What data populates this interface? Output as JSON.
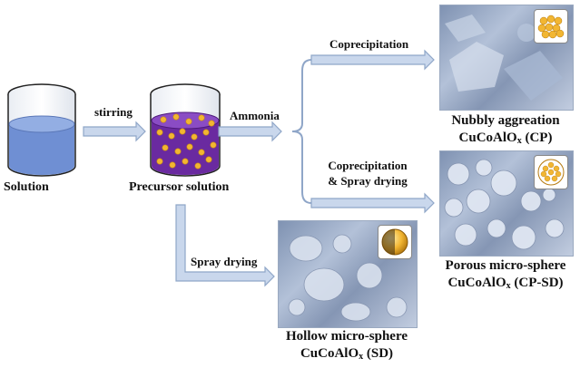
{
  "colors": {
    "arrow_fill": "#c9d7ec",
    "arrow_stroke": "#8fa6c8",
    "liquid_blue": "#6f8fd3",
    "precursor_purple": "#6a2aa0",
    "particle_gold": "#f2b632",
    "sem_blue": "#8fa0be"
  },
  "beakers": {
    "solution_label": "Solution",
    "precursor_label": "Precursor solution"
  },
  "arrows": {
    "stirring": "stirring",
    "ammonia": "Ammonia",
    "coprecipitation": "Coprecipitation",
    "coprecip_spray_line1": "Coprecipitation",
    "coprecip_spray_line2": "& Spray drying",
    "spray_drying": "Spray drying"
  },
  "products": {
    "cp": {
      "morphology": "Nubbly aggreation",
      "formula_main": "CuCoAlO",
      "formula_sub": "x",
      "formula_tag": "(CP)",
      "inset_icon": "nubbly-particles-icon"
    },
    "cpsd": {
      "morphology": "Porous micro-sphere",
      "formula_main": "CuCoAlO",
      "formula_sub": "x",
      "formula_tag": "(CP-SD)",
      "inset_icon": "porous-sphere-icon"
    },
    "sd": {
      "morphology": "Hollow micro-sphere",
      "formula_main": "CuCoAlO",
      "formula_sub": "x",
      "formula_tag": "(SD)",
      "inset_icon": "hollow-sphere-icon"
    }
  }
}
